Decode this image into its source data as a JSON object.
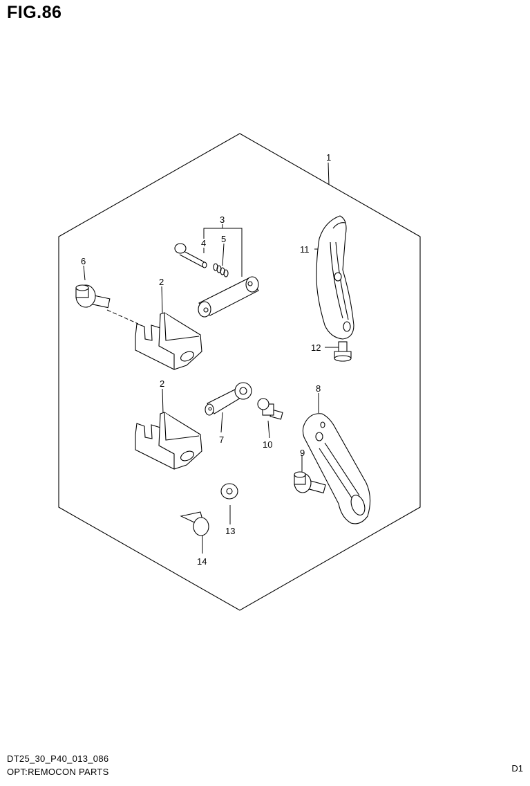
{
  "figure": {
    "title": "FIG.86"
  },
  "footer": {
    "code": "DT25_30_P40_013_086",
    "name": "OPT:REMOCON PARTS",
    "page_ref": "D1"
  },
  "callouts": {
    "c1": "1",
    "c2a": "2",
    "c2b": "2",
    "c3": "3",
    "c4": "4",
    "c5": "5",
    "c6": "6",
    "c7": "7",
    "c8": "8",
    "c9": "9",
    "c10": "10",
    "c11": "11",
    "c12": "12",
    "c13": "13",
    "c14": "14"
  }
}
